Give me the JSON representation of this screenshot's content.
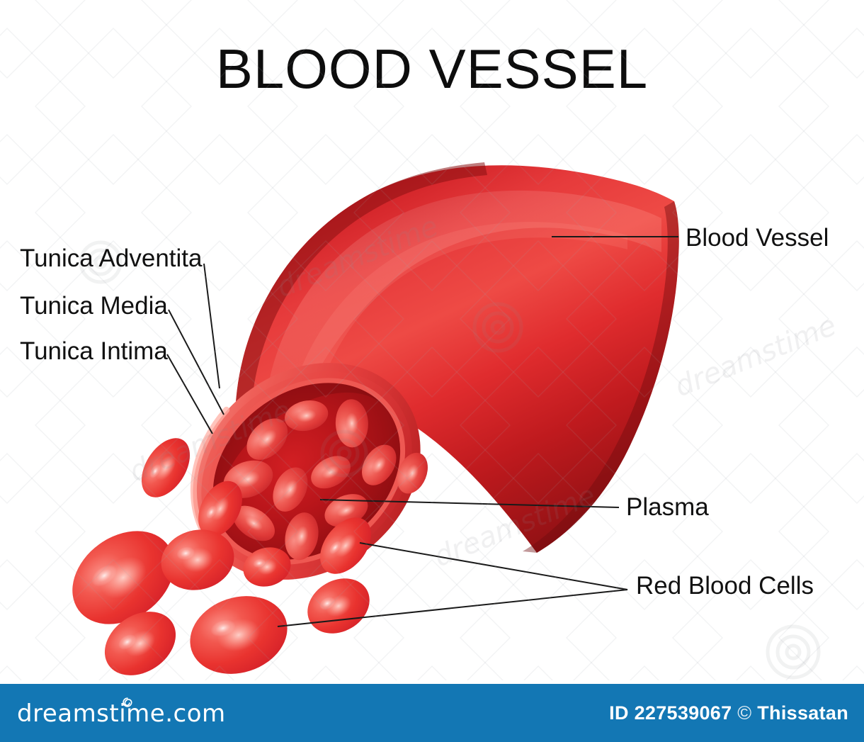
{
  "page": {
    "title": "BLOOD VESSEL",
    "background_color": "#ffffff"
  },
  "diagram": {
    "subject": "blood-vessel-cross-section",
    "labels": {
      "tunica_adventita": "Tunica Adventita",
      "tunica_media": "Tunica Media",
      "tunica_intima": "Tunica Intima",
      "blood_vessel": "Blood Vessel",
      "plasma": "Plasma",
      "red_blood_cells": "Red Blood Cells"
    },
    "colors": {
      "vessel_body_light": "#e8363a",
      "vessel_body_mid": "#d21f28",
      "vessel_body_dark": "#8e1014",
      "vessel_wall_rim": "#ef5a55",
      "lumen_dark": "#9d0f13",
      "lumen_mid": "#c4191c",
      "rbc_light": "#f4706a",
      "rbc_mid": "#e8322f",
      "rbc_dark": "#c81f22",
      "leader_line": "#1a1a1a",
      "label_text": "#111111",
      "footer_blue": "#1377b4"
    }
  },
  "footer": {
    "logo_text": "dreamstime.com",
    "logo_mark": "spiral-icon",
    "credit_id": "ID 227539067",
    "credit_copyright": "©",
    "credit_author": "Thissatan"
  }
}
